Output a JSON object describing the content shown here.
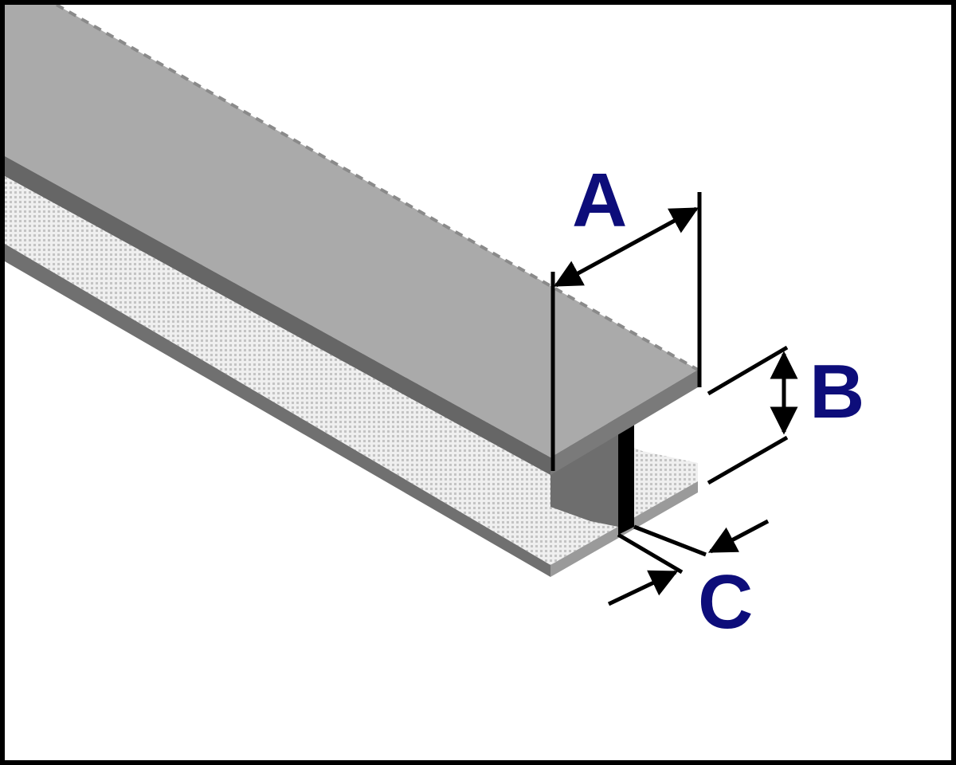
{
  "diagram": {
    "labels": {
      "a": "A",
      "b": "B",
      "c": "C"
    },
    "colors": {
      "label": "#0d0d7a",
      "flange_top": "#aaaaaa",
      "flange_side": "#666666",
      "flange_edge": "#7a7a7a",
      "web": "#000000",
      "web_shadow": "#6e6e6e",
      "bottom_flange": "#d9d9d9",
      "bottom_flange_edge": "#707070",
      "dimension_line": "#000000"
    }
  }
}
